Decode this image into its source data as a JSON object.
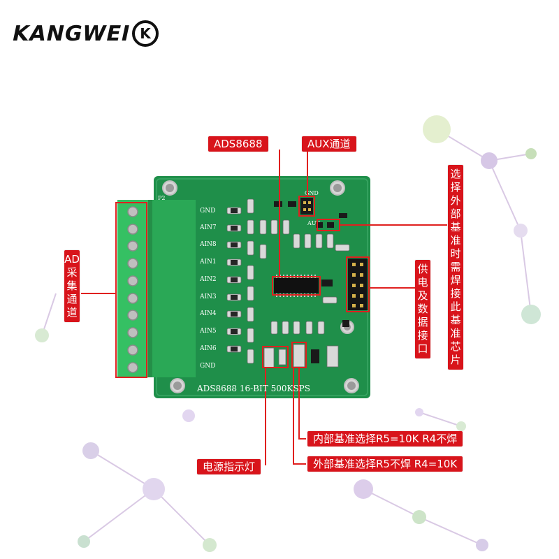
{
  "logo": {
    "text": "KANGWEI",
    "mark": "K"
  },
  "board": {
    "silkscreen_bottom": "ADS8688 16-BIT 500KSPS",
    "connector_ref": "P2",
    "aux_ref": "GND",
    "aux_label": "AUX",
    "channel_labels": [
      "GND",
      "AIN7",
      "AIN8",
      "AIN1",
      "AIN2",
      "AIN3",
      "AIN4",
      "AIN5",
      "AIN6",
      "GND"
    ]
  },
  "callouts": {
    "ads8688": "ADS8688",
    "aux": "AUX通道",
    "external_ref": "选择外部基准时需焊接此基准芯片",
    "ad_channel": "AD采集通道",
    "power_data": "供电及数据接口",
    "internal_ref": "内部基准选择R5=10K R4不焊",
    "external_ref_select": "外部基准选择R5不焊 R4=10K",
    "power_led": "电源指示灯"
  },
  "colors": {
    "pcb": "#1f8f4a",
    "callout": "#d8141b",
    "terminal": "#2db35a"
  }
}
